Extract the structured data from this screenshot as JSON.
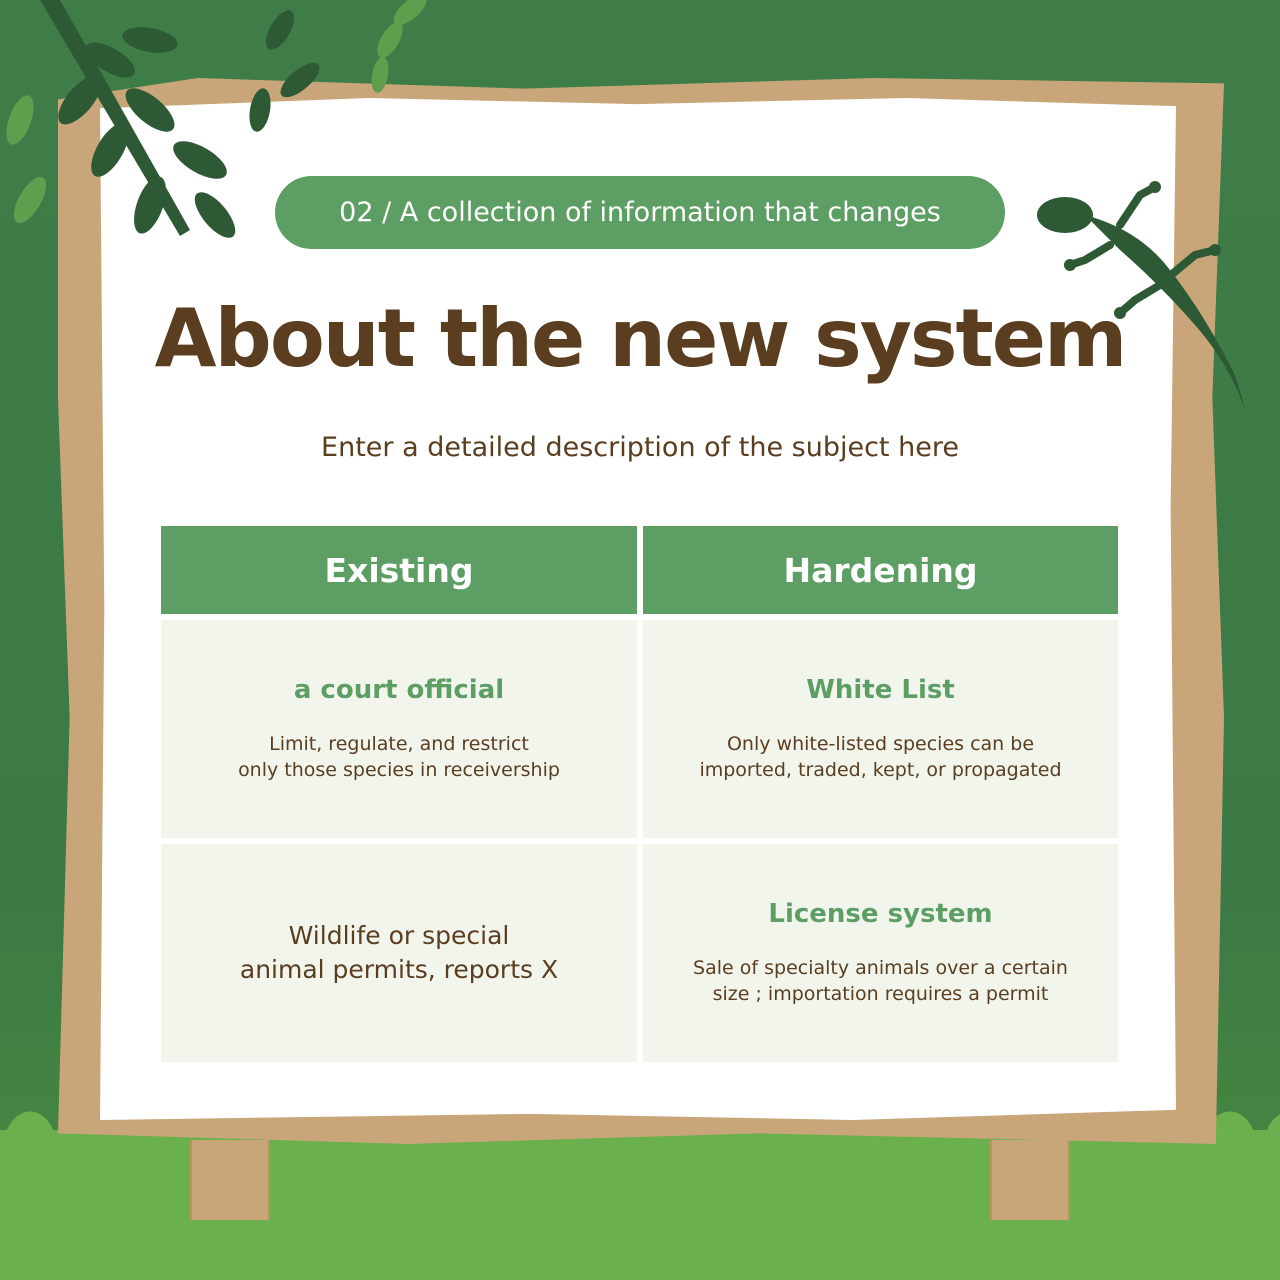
{
  "badge": "02 / A collection of information that changes",
  "title": "About the new system",
  "subtitle": "Enter a detailed description of the subject here",
  "table": {
    "headers": [
      "Existing",
      "Hardening"
    ],
    "rows": [
      {
        "left": {
          "title": "a court official",
          "desc": "Limit, regulate, and restrict\nonly those species in receivership"
        },
        "right": {
          "title": "White List",
          "desc": "Only white-listed species can be\nimported, traded, kept, or propagated"
        }
      },
      {
        "left": {
          "text": "Wildlife or special\nanimal permits, reports X"
        },
        "right": {
          "title": "License system",
          "desc": "Sale of specialty animals over a certain\nsize ; importation requires a permit"
        }
      }
    ]
  },
  "colors": {
    "accent": "#5d9e64",
    "text_brown": "#5b3d1f",
    "cell_bg": "#f1f5ec",
    "board": "#c9a679",
    "background": "#3f7d48"
  },
  "icons": [
    "leaves-icon",
    "gecko-icon"
  ]
}
